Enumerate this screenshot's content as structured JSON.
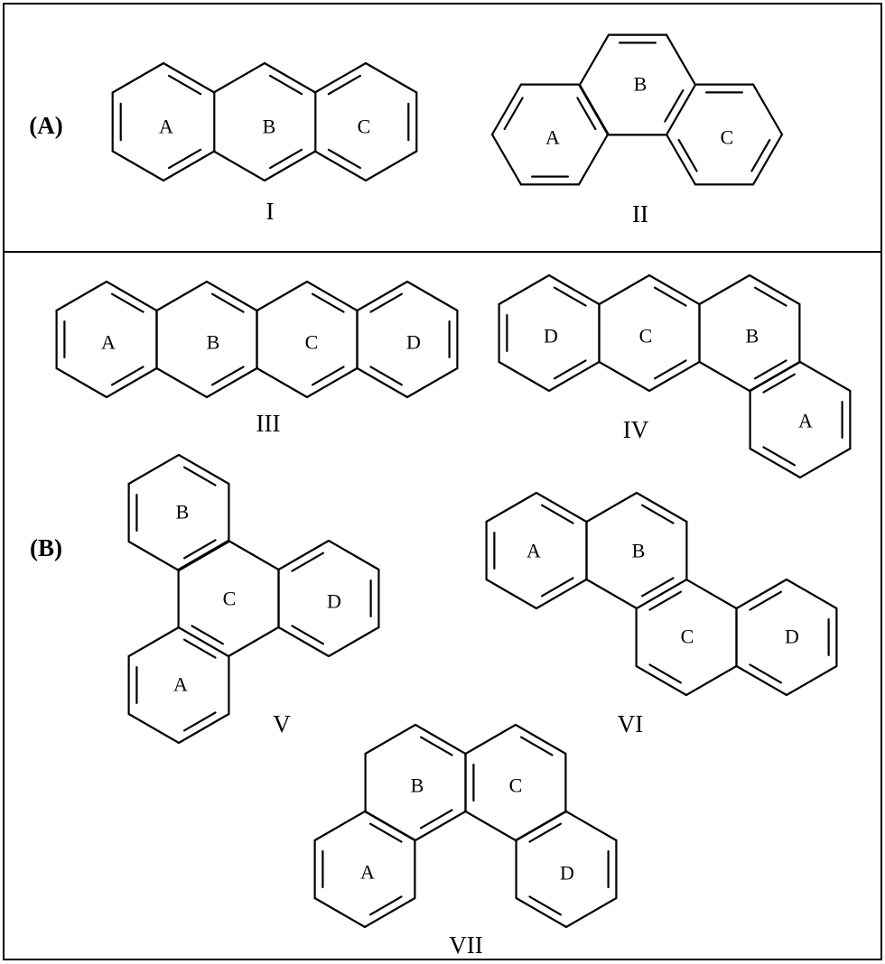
{
  "panels": [
    {
      "label": "(A)"
    },
    {
      "label": "(B)"
    }
  ],
  "molecules": [
    {
      "id": "I",
      "label": "I",
      "rings": [
        "A",
        "B",
        "C"
      ]
    },
    {
      "id": "II",
      "label": "II",
      "rings": [
        "A",
        "B",
        "C"
      ]
    },
    {
      "id": "III",
      "label": "III",
      "rings": [
        "A",
        "B",
        "C",
        "D"
      ]
    },
    {
      "id": "IV",
      "label": "IV",
      "rings": [
        "D",
        "C",
        "B",
        "A"
      ]
    },
    {
      "id": "V",
      "label": "V",
      "rings": [
        "B",
        "C",
        "D",
        "A"
      ]
    },
    {
      "id": "VI",
      "label": "VI",
      "rings": [
        "A",
        "B",
        "C",
        "D"
      ]
    },
    {
      "id": "VII",
      "label": "VII",
      "rings": [
        "B",
        "C",
        "A",
        "D"
      ]
    }
  ]
}
